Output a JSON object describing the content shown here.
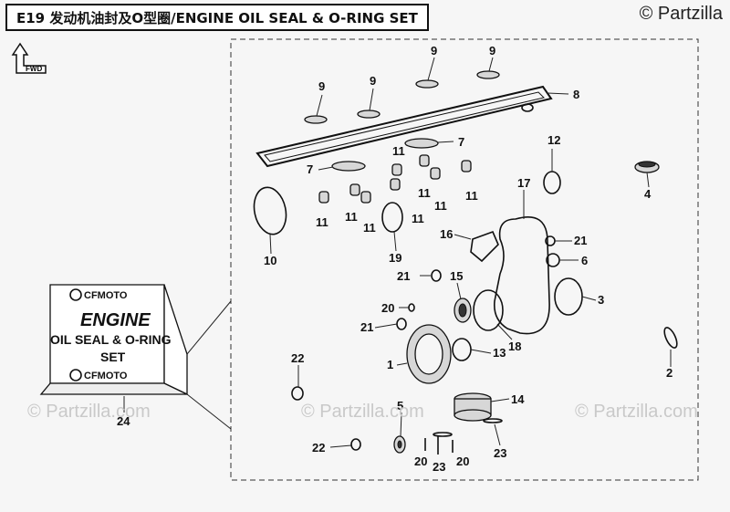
{
  "header": {
    "title": "E19 发动机油封及O型圈/ENGINE OIL SEAL & O-RING SET"
  },
  "watermark": {
    "top_right": "© Partzilla",
    "repeated": "© Partzilla.com"
  },
  "fwd_label": "FWD",
  "kit_card": {
    "brand": "CFMOTO",
    "line1": "ENGINE",
    "line2": "OIL SEAL & O-RING",
    "line3": "SET"
  },
  "callouts": {
    "c1": "1",
    "c2": "2",
    "c3": "3",
    "c4": "4",
    "c5": "5",
    "c6": "6",
    "c7a": "7",
    "c7b": "7",
    "c8": "8",
    "c9a": "9",
    "c9b": "9",
    "c9c": "9",
    "c9d": "9",
    "c10": "10",
    "c11a": "11",
    "c11b": "11",
    "c11c": "11",
    "c11d": "11",
    "c11e": "11",
    "c11f": "11",
    "c11g": "11",
    "c11h": "11",
    "c12": "12",
    "c13": "13",
    "c14": "14",
    "c15": "15",
    "c16": "16",
    "c17": "17",
    "c18": "18",
    "c19": "19",
    "c20a": "20",
    "c20b": "20",
    "c20c": "20",
    "c21a": "21",
    "c21b": "21",
    "c21c": "21",
    "c22a": "22",
    "c22b": "22",
    "c23a": "23",
    "c23b": "23",
    "c24": "24"
  }
}
